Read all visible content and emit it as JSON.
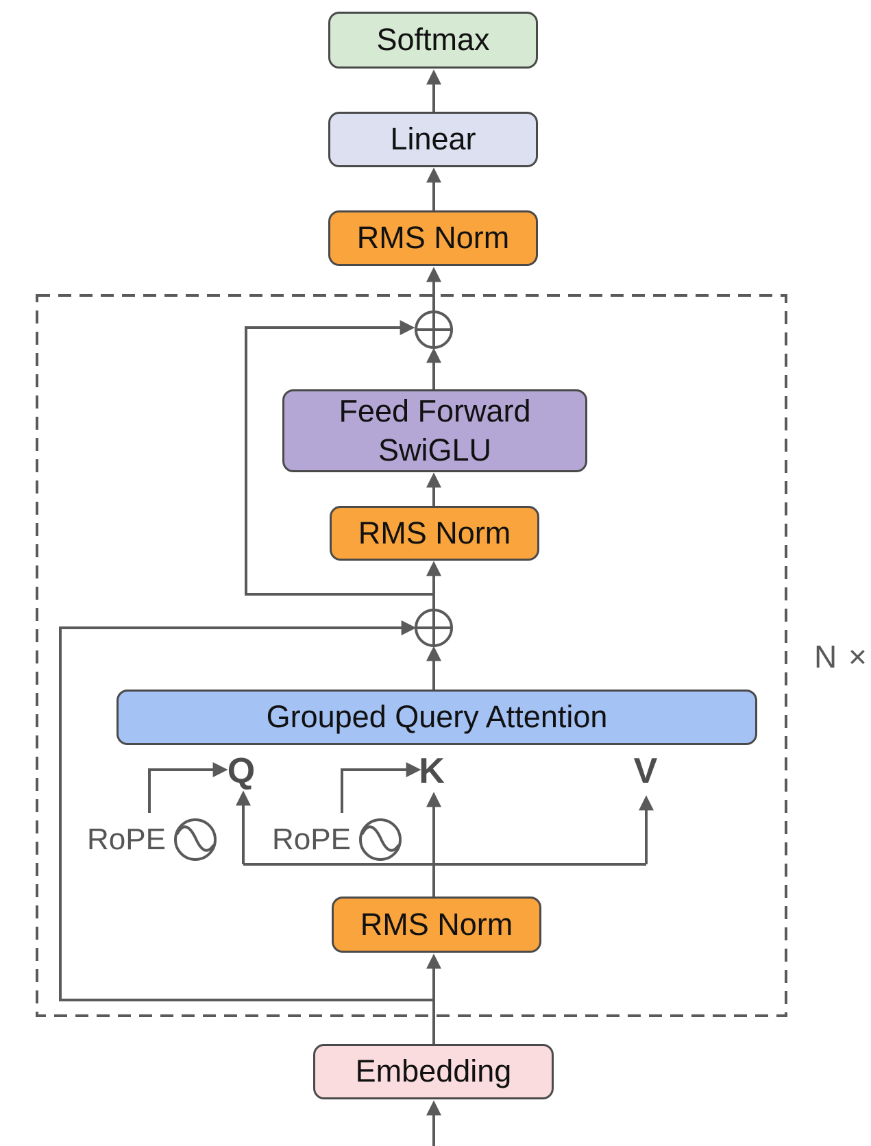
{
  "blocks": {
    "softmax": "Softmax",
    "linear": "Linear",
    "rms_norm_output": "RMS Norm",
    "feed_forward": "Feed Forward\nSwiGLU",
    "rms_norm_pre_ffn": "RMS Norm",
    "grouped_query_attention": "Grouped Query Attention",
    "rms_norm_pre_attention": "RMS Norm",
    "embedding": "Embedding"
  },
  "labels": {
    "query": "Q",
    "key": "K",
    "value": "V",
    "rope_query": "RoPE",
    "rope_key": "RoPE",
    "repeat_count": "N ×"
  },
  "icons": {
    "residual_add": "circled-plus",
    "rope_wave": "sine-wave-in-circle"
  },
  "colors": {
    "softmax_fill": "#d6e9d3",
    "linear_fill": "#dce0f1",
    "rms_norm_fill": "#f9a43c",
    "feed_forward_fill": "#b4a7d6",
    "attention_fill": "#a4c2f4",
    "embedding_fill": "#fadcdf",
    "box_border": "#4a4a4a",
    "wire": "#5a5a5a",
    "qkv_text": "#4d4d4d",
    "label_text": "#111111",
    "secondary_text": "#595959"
  }
}
